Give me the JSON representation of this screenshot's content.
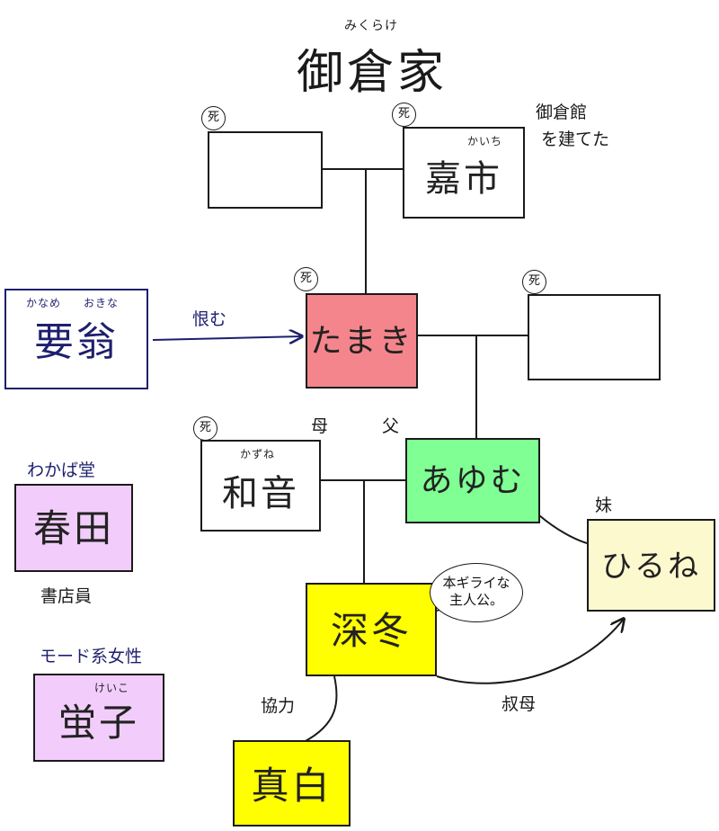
{
  "title": {
    "text": "御倉家",
    "reading": "みくらけ"
  },
  "dead_mark": "死",
  "people": {
    "gp_unknown": {
      "name": "",
      "reading": ""
    },
    "kaichi": {
      "name": "嘉市",
      "reading": "かいち",
      "note_line1": "御倉館",
      "note_line2": "を建てた"
    },
    "tamaki": {
      "name": "たまき",
      "reading": "",
      "color": "#f4858c"
    },
    "spouse_unknown": {
      "name": "",
      "reading": ""
    },
    "kaname": {
      "name": "要翁",
      "reading_a": "かなめ",
      "reading_b": "おきな"
    },
    "kazune": {
      "name": "和音",
      "reading": "かずね"
    },
    "ayumu": {
      "name": "あゆむ",
      "reading": "",
      "color": "#7fff94"
    },
    "hirune": {
      "name": "ひるね",
      "reading": "",
      "color": "#fdf9cf"
    },
    "fuyu": {
      "name": "深冬",
      "reading": "",
      "color": "#ffff00"
    },
    "mashiro": {
      "name": "真白",
      "reading": "",
      "color": "#ffff00"
    },
    "haruta": {
      "name": "春田",
      "above": "わかば堂",
      "below": "書店員",
      "color": "#f2cdfb"
    },
    "keiko": {
      "name": "蛍子",
      "reading": "けいこ",
      "above": "モード系女性",
      "color": "#f2cdfb"
    }
  },
  "labels": {
    "grudge": "恨む",
    "mother": "母",
    "father": "父",
    "sister": "妹",
    "cooperation": "協力",
    "aunt": "叔母"
  },
  "bubble": {
    "line1": "本ギライな",
    "line2": "主人公。"
  },
  "colors": {
    "ink": "#1a1a1a",
    "navy": "#1d1f6e"
  }
}
